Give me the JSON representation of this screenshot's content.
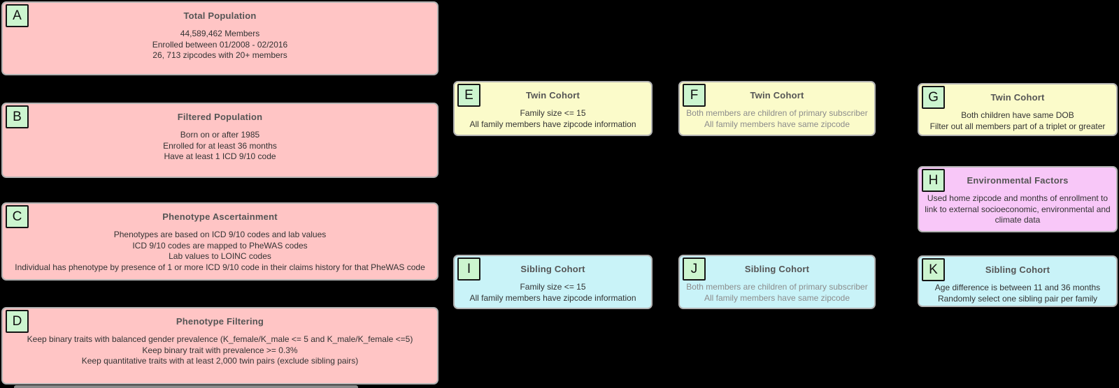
{
  "diagram": {
    "background": "#000000",
    "palette": {
      "population_fill": "#ffc5c5",
      "twin_fill": "#fbfbca",
      "sibling_fill": "#c9f3f8",
      "environment_fill": "#f8c7f8",
      "badge_fill": "#ccf5cf",
      "box_border": "#b3b3b3",
      "badge_border": "#151515",
      "title_text": "#555555",
      "body_text": "#333333",
      "muted_text": "#8c8c8c"
    },
    "boxes": [
      {
        "id": "A",
        "title": "Total Population",
        "fill": "#ffc5c5",
        "lines": [
          "44,589,462 Members",
          "Enrolled between 01/2008 - 02/2016",
          "26, 713 zipcodes with 20+ members"
        ]
      },
      {
        "id": "B",
        "title": "Filtered Population",
        "fill": "#ffc5c5",
        "lines": [
          "Born on or after 1985",
          "Enrolled for at least 36 months",
          "Have at least 1 ICD 9/10 code"
        ]
      },
      {
        "id": "C",
        "title": "Phenotype Ascertainment",
        "fill": "#ffc5c5",
        "lines": [
          "Phenotypes are based on ICD 9/10 codes and lab values",
          "ICD 9/10 codes are mapped to PheWAS codes",
          "Lab values to LOINC codes",
          "Individual has phenotype by presence of 1 or more ICD 9/10 code in their claims history for that PheWAS code"
        ]
      },
      {
        "id": "D",
        "title": "Phenotype Filtering",
        "fill": "#ffc5c5",
        "lines": [
          "Keep binary traits with balanced gender prevalence (K_female/K_male <= 5 and K_male/K_female <=5)",
          "Keep binary trait with prevalence >= 0.3%",
          "Keep quantitative traits with at least 2,000 twin pairs (exclude sibling pairs)"
        ]
      },
      {
        "id": "E",
        "title": "Twin Cohort",
        "fill": "#fbfbca",
        "lines": [
          "Family size <= 15",
          "All family members have zipcode information"
        ]
      },
      {
        "id": "F",
        "title": "Twin Cohort",
        "fill": "#fbfbca",
        "muted": true,
        "lines": [
          "Both members are children of primary subscriber",
          "All family members have same zipcode"
        ]
      },
      {
        "id": "G",
        "title": "Twin Cohort",
        "fill": "#fbfbca",
        "lines": [
          "Both children have same DOB",
          "Filter out all members part of a triplet or greater"
        ]
      },
      {
        "id": "H",
        "title": "Environmental Factors",
        "fill": "#f8c7f8",
        "lines": [
          "Used home zipcode and months of enrollment to",
          "link to external socioeconomic, environmental and",
          "climate data"
        ]
      },
      {
        "id": "I",
        "title": "Sibling Cohort",
        "fill": "#c9f3f8",
        "lines": [
          "Family size <= 15",
          "All family members have zipcode information"
        ]
      },
      {
        "id": "J",
        "title": "Sibling Cohort",
        "fill": "#c9f3f8",
        "muted": true,
        "lines": [
          "Both members are children of primary subscriber",
          "All family members have same zipcode"
        ]
      },
      {
        "id": "K",
        "title": "Sibling Cohort",
        "fill": "#c9f3f8",
        "lines": [
          "Age difference is between 11 and 36 months",
          "Randomly select one sibling pair per family"
        ]
      }
    ]
  }
}
